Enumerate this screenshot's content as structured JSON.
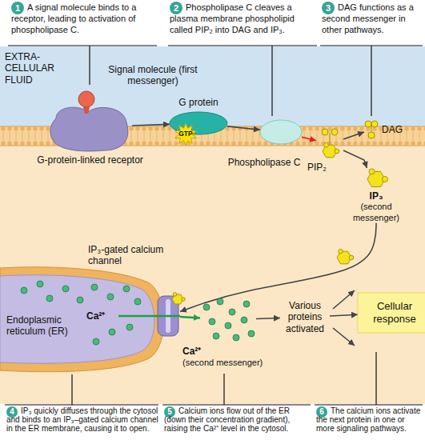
{
  "diagram": {
    "nodes": [
      {
        "text": [
          "G-protein-linked receptor"
        ]
      },
      {
        "text": [
          "G protein"
        ]
      },
      {
        "text": [
          "Phospholipase C"
        ]
      },
      {
        "text": [
          "PIP₂"
        ]
      },
      {
        "text": [
          "DAG"
        ]
      },
      {
        "text": [
          "IP₃",
          "(second messenger)"
        ]
      },
      {
        "text": [
          "Endoplasmic reticulum (ER)"
        ]
      },
      {
        "text": [
          "IP₃-gated calcium channel"
        ],
        "in": 6
      },
      {
        "text": [
          "Ca²⁺",
          "(second messenger)"
        ]
      },
      {
        "text": [
          "Various proteins activated"
        ]
      },
      {
        "text": [
          "Cellular response"
        ]
      }
    ],
    "edges": [
      {
        "from": 0,
        "to": 1,
        "arrow": "to"
      },
      {
        "from": 1,
        "to": 2,
        "arrow": "to"
      },
      {
        "from": 2,
        "to": 3,
        "arrow": "to"
      },
      {
        "from": 3,
        "to": 4,
        "arrow": "to"
      },
      {
        "from": 3,
        "to": 5,
        "arrow": "to"
      },
      {
        "from": 5,
        "to": 7,
        "arrow": "to"
      },
      {
        "from": 7,
        "to": 8,
        "arrow": "to"
      },
      {
        "from": 8,
        "to": 9,
        "arrow": "to"
      },
      {
        "from": 9,
        "to": 10,
        "arrow": "to"
      }
    ],
    "labels": [
      "1",
      "A signal molecule binds to a receptor, leading to activation of phospholipase C.",
      "2",
      "Phospholipase C cleaves a plasma membrane phospholipid called PIP₂ into DAG and IP₃.",
      "3",
      "DAG functions as a second messenger in other pathways.",
      "EXTRA-CELLULAR FLUID",
      "Signal molecule (first messenger)",
      "GTP",
      "Ca²⁺",
      "4",
      "IP₃ quickly diffuses through the cytosol and binds to an IP₃–gated calcium channel in the ER membrane, causing it to open.",
      "5",
      "Calcium ions flow out of the ER (down their concentration gradient), raising the Ca²⁺ level in the cytosol.",
      "6",
      "The calcium ions activate the next protein in one or more signaling pathways."
    ]
  }
}
